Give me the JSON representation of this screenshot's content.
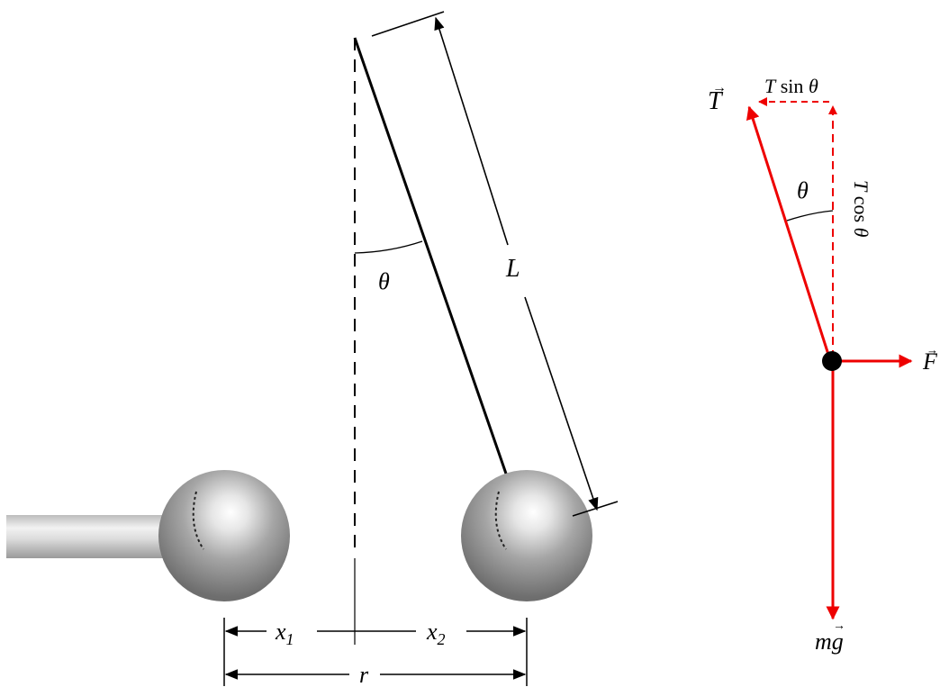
{
  "pendulum": {
    "angle_label": "θ",
    "length_label": "L"
  },
  "distances": {
    "x1_label": "x",
    "x1_sub": "1",
    "x2_label": "x",
    "x2_sub": "2",
    "r_label": "r"
  },
  "free_body": {
    "tension_label": "T",
    "angle_label": "θ",
    "t_sin_var": "T",
    "t_sin_fn": " sin ",
    "t_sin_theta": "θ",
    "t_cos_var": "T",
    "t_cos_fn": " cos ",
    "t_cos_theta": "θ",
    "force_label": "F",
    "weight_m": "m",
    "weight_g": "g"
  },
  "colors": {
    "force_red": "#ee0000",
    "line_black": "#000000"
  }
}
